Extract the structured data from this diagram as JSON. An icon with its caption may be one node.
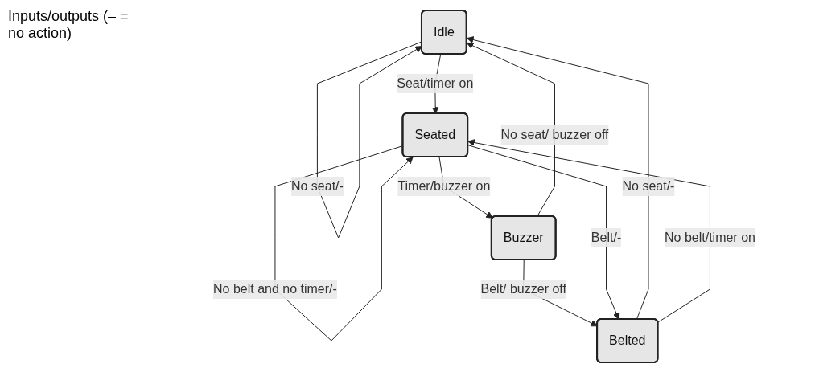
{
  "diagram": {
    "nodes": [
      {
        "text": [
          "Idle"
        ]
      },
      {
        "text": [
          "Seated"
        ]
      },
      {
        "text": [
          "Buzzer"
        ]
      },
      {
        "text": [
          "Belted"
        ]
      }
    ],
    "edges": [
      {
        "from": 0,
        "to": 0,
        "arrow": "to",
        "label": "No seat/-"
      },
      {
        "from": 0,
        "to": 1,
        "arrow": "to",
        "label": "Seat/timer on"
      },
      {
        "from": 1,
        "to": 1,
        "arrow": "to",
        "label": "No belt and no timer/-"
      },
      {
        "from": 1,
        "to": 2,
        "arrow": "to",
        "label": "Timer/buzzer on"
      },
      {
        "from": 2,
        "to": 0,
        "arrow": "to",
        "label": "No seat/ buzzer off"
      },
      {
        "from": 2,
        "to": 3,
        "arrow": "to",
        "label": "Belt/ buzzer off"
      },
      {
        "from": 3,
        "to": 0,
        "arrow": "to",
        "label": "No seat/-"
      },
      {
        "from": 1,
        "to": 3,
        "arrow": "to",
        "label": "Belt/-"
      },
      {
        "from": 3,
        "to": 1,
        "arrow": "to",
        "label": "No belt/timer on"
      }
    ],
    "labels": [
      "Inputs/outputs (– = no action)"
    ]
  }
}
